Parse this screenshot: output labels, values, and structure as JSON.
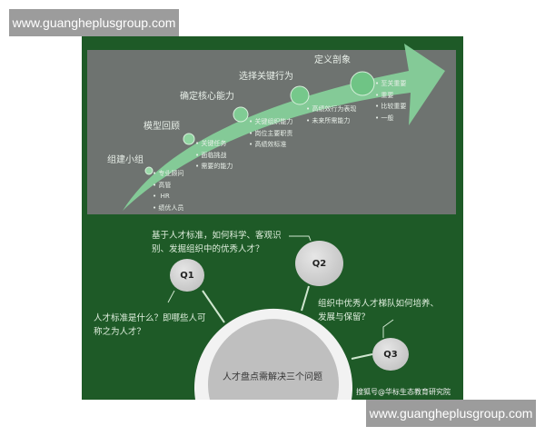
{
  "watermark_top": "www.guangheplusgroup.com",
  "watermark_bottom": "www.guangheplusgroup.com",
  "steps": [
    {
      "title": "组建小组",
      "bullets": [
        "专业顾问",
        "高管",
        "HR",
        "绩优人员"
      ]
    },
    {
      "title": "模型回顾",
      "bullets": [
        "关键任务",
        "面临挑战",
        "需要的能力"
      ]
    },
    {
      "title": "确定核心能力",
      "bullets": [
        "关键组织能力",
        "岗位主要职责",
        "高绩效标准"
      ]
    },
    {
      "title": "选择关键行为",
      "bullets": [
        "高绩效行为表现",
        "未来所需能力"
      ]
    },
    {
      "title": "定义剖象",
      "bullets": [
        "至关重要",
        "重要",
        "比较重要",
        "一般"
      ]
    }
  ],
  "questions": {
    "q1": {
      "label": "Q1",
      "text": [
        "人才标准是什么？即哪些人可",
        "称之为人才？"
      ]
    },
    "q2": {
      "label": "Q2",
      "text": [
        "基于人才标准，如何科学、客观识",
        "别、发掘组织中的优秀人才？"
      ]
    },
    "q3": {
      "label": "Q3",
      "text": [
        "组织中优秀人才梯队如何培养、",
        "发展与保留？"
      ]
    }
  },
  "center": "人才盘点需解决三个问题",
  "credit": "搜狐号@华标生态教育研究院",
  "colors": {
    "background": "#1e5a27",
    "panel": "#6e7370",
    "arrow": "#86d19a"
  }
}
